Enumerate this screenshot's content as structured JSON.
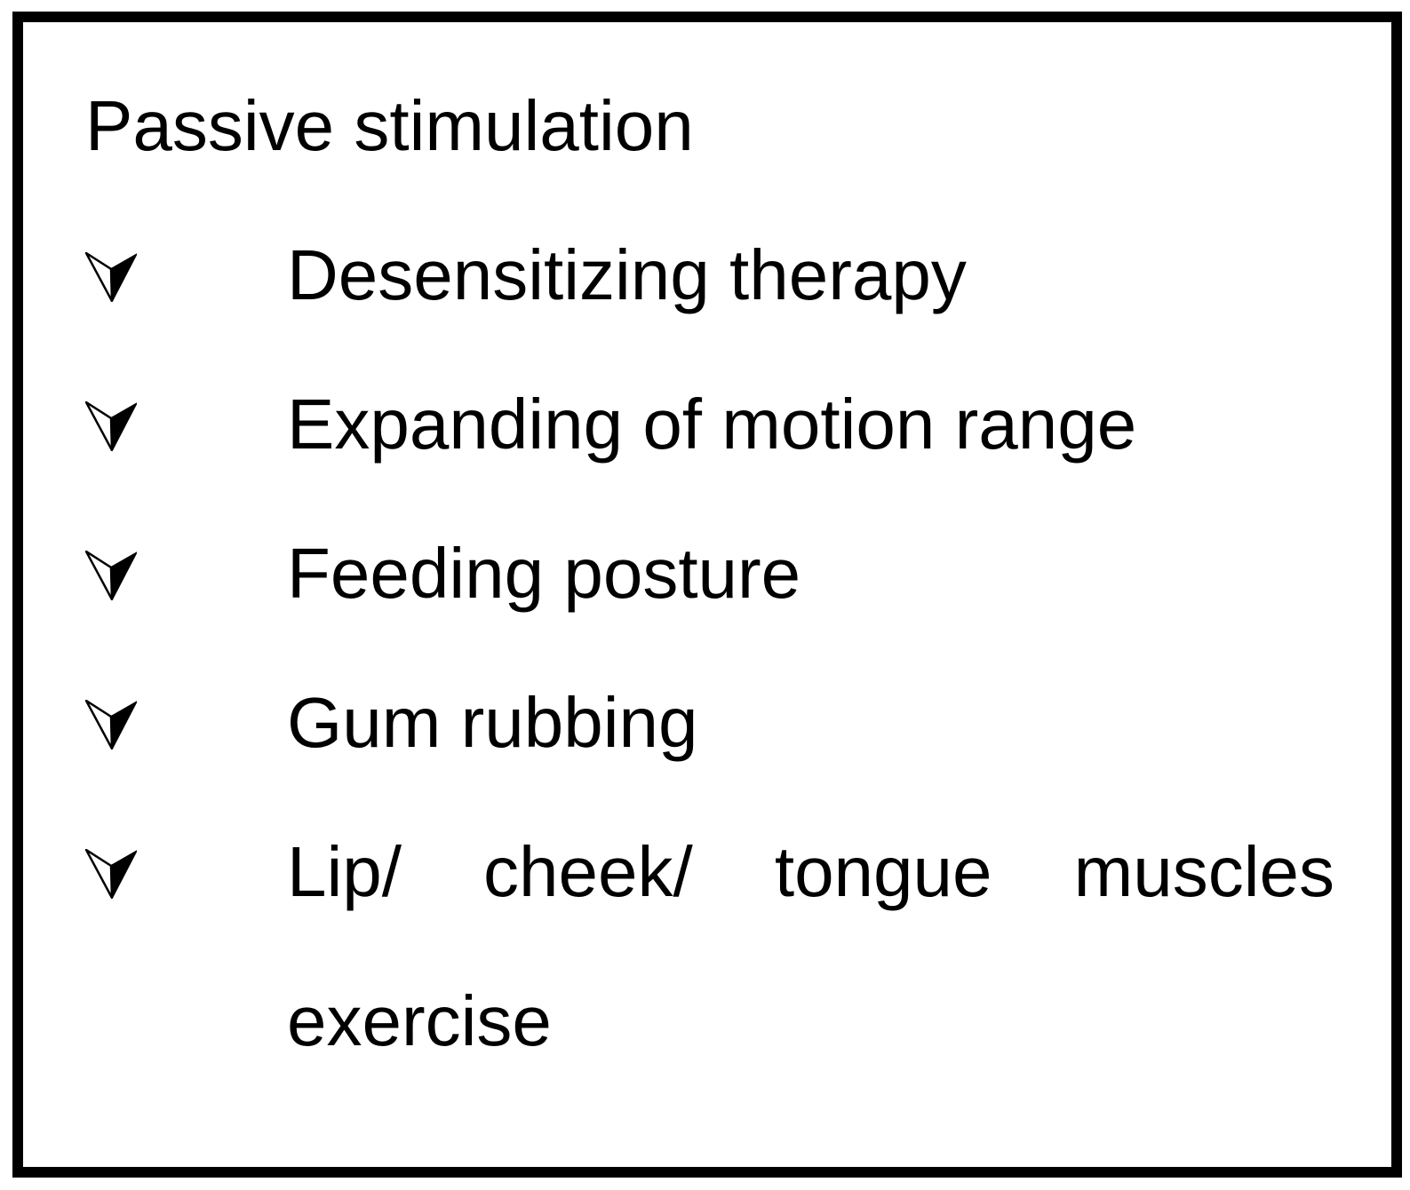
{
  "page": {
    "title": "Passive stimulation"
  },
  "list": {
    "bullet_icon": "arrowhead-down-3d",
    "items": [
      {
        "label": "Desensitizing therapy"
      },
      {
        "label": "Expanding of motion range"
      },
      {
        "label": "Feeding posture"
      },
      {
        "label": "Gum rubbing"
      },
      {
        "label": "Lip/ cheek/ tongue muscles exercise",
        "justified": true
      }
    ]
  },
  "colors": {
    "text": "#000000",
    "background": "#ffffff",
    "border": "#000000"
  }
}
